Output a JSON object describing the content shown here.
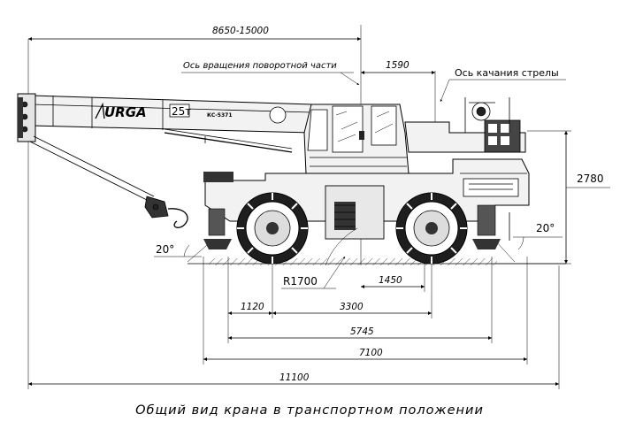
{
  "dimensions": {
    "boom_reach": "8650-15000",
    "rear_to_axis": "1590",
    "height": "2780",
    "turn_radius": "R1700",
    "axis_offset": "1450",
    "front_axle_offset": "1120",
    "wheelbase": "3300",
    "track_5745": "5745",
    "track_7100": "7100",
    "overall_length": "11100",
    "angle_front": "20°",
    "angle_rear": "20°"
  },
  "labels": {
    "rotation_axis": "Ось вращения поворотной части",
    "boom_pivot_axis": "Ось качания стрелы",
    "caption": "Общий вид крана в транспортном положении"
  },
  "brand": {
    "name": "URGA",
    "capacity": "25т",
    "model": "КС-5371"
  }
}
